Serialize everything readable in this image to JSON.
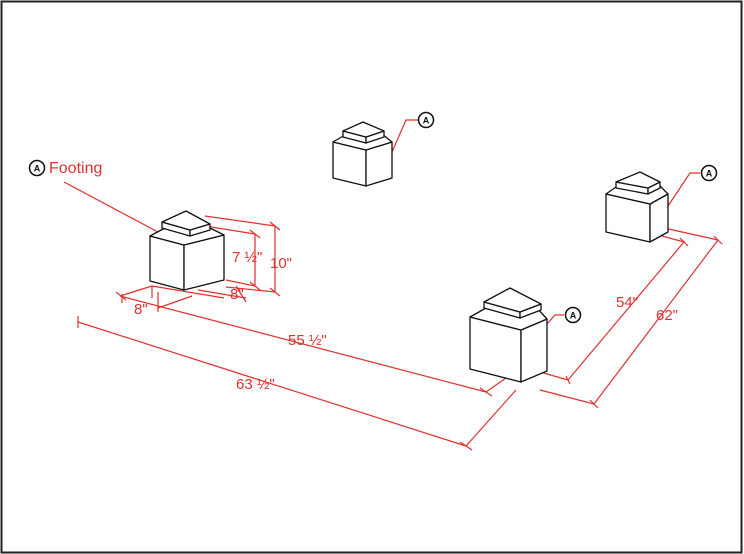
{
  "colors": {
    "dimension": "#e0312f",
    "outline": "#111111",
    "background": "#ffffff"
  },
  "callout_letter": "A",
  "footing_label": "Footing",
  "dimensions": {
    "footing_depth": "7 ½\"",
    "footing_height": "10\"",
    "footing_width_a": "8\"",
    "footing_width_b": "8\"",
    "inner_long": "55 ½\"",
    "outer_long": "63 ½\"",
    "inner_short": "54\"",
    "outer_short": "62\""
  }
}
